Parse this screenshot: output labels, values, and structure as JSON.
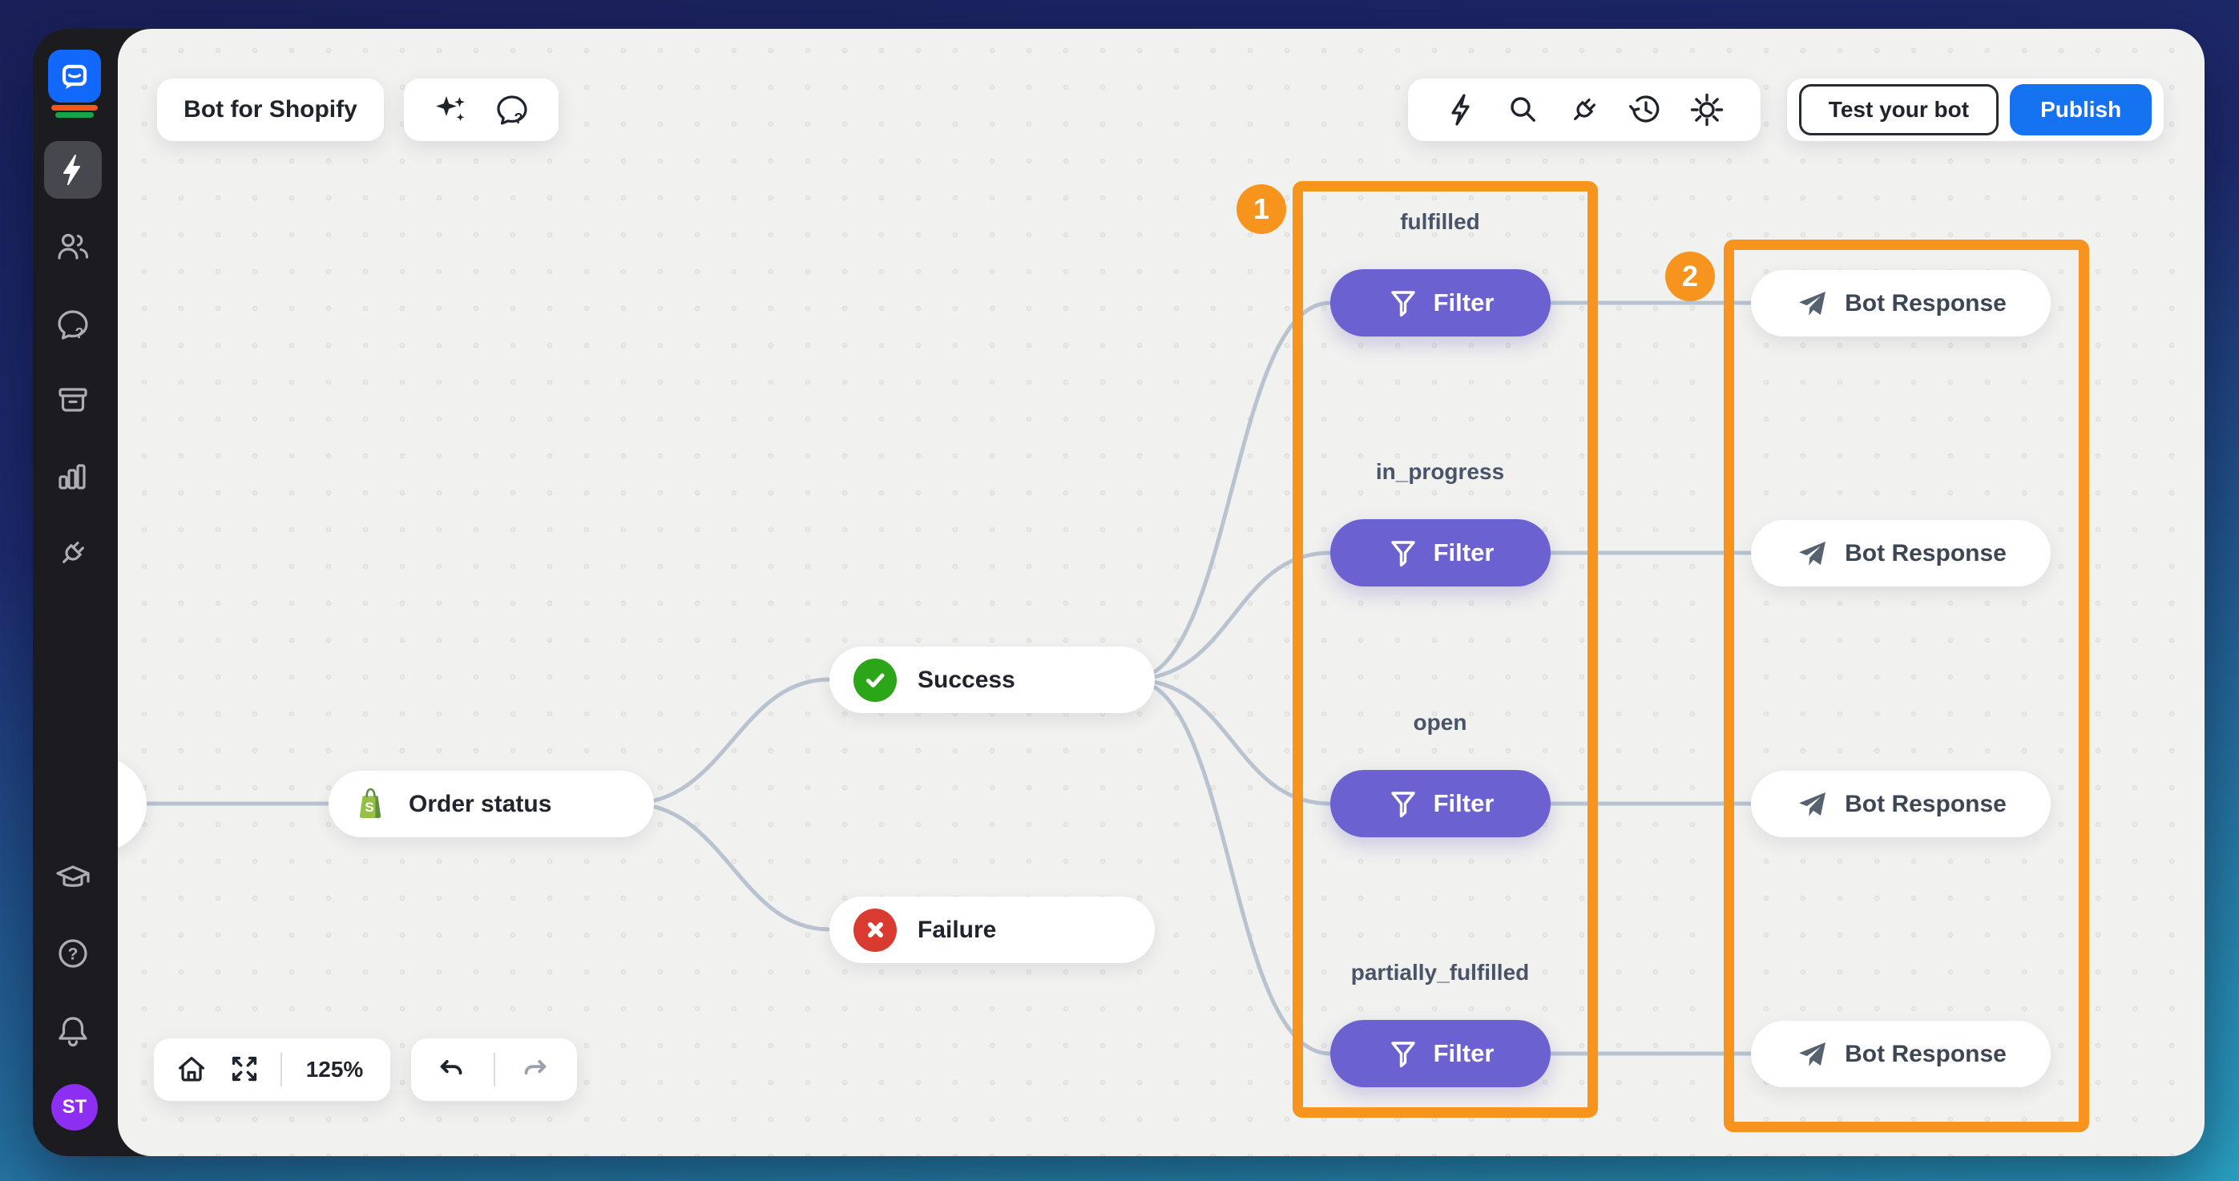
{
  "header": {
    "bot_title": "Bot for Shopify",
    "test_button": "Test your bot",
    "publish_button": "Publish"
  },
  "toolbar_icons": [
    "sparkles",
    "chat-question",
    "lightning",
    "search",
    "plug",
    "history",
    "settings"
  ],
  "sidebar": {
    "items": [
      "chatbot-logo",
      "automations",
      "users",
      "chats",
      "archive",
      "reports",
      "integrations"
    ],
    "footer_items": [
      "academy",
      "help",
      "notifications"
    ],
    "avatar_initials": "ST"
  },
  "flow": {
    "order_status": {
      "label": "Order status",
      "icon": "shopify-bag"
    },
    "success": {
      "label": "Success",
      "icon": "check-circle"
    },
    "failure": {
      "label": "Failure",
      "icon": "x-circle"
    },
    "filters": [
      {
        "condition": "fulfilled",
        "label": "Filter"
      },
      {
        "condition": "in_progress",
        "label": "Filter"
      },
      {
        "condition": "open",
        "label": "Filter"
      },
      {
        "condition": "partially_fulfilled",
        "label": "Filter"
      }
    ],
    "responses": [
      {
        "label": "Bot Response"
      },
      {
        "label": "Bot Response"
      },
      {
        "label": "Bot Response"
      },
      {
        "label": "Bot Response"
      }
    ]
  },
  "annotations": [
    {
      "number": "1"
    },
    {
      "number": "2"
    }
  ],
  "controls": {
    "zoom_level": "125%"
  },
  "colors": {
    "accent_orange": "#F7941E",
    "filter_purple": "#6B61D1",
    "publish_blue": "#1573F2",
    "logo_blue": "#1268FB",
    "success_green": "#2AA618",
    "failure_red": "#D93B31",
    "shopify_green": "#95BF47",
    "edge_gray": "#B8C3CF",
    "canvas_bg": "#F1F1EF",
    "sidebar_bg": "#1C1C21",
    "avatar_purple": "#8D2FF2"
  }
}
